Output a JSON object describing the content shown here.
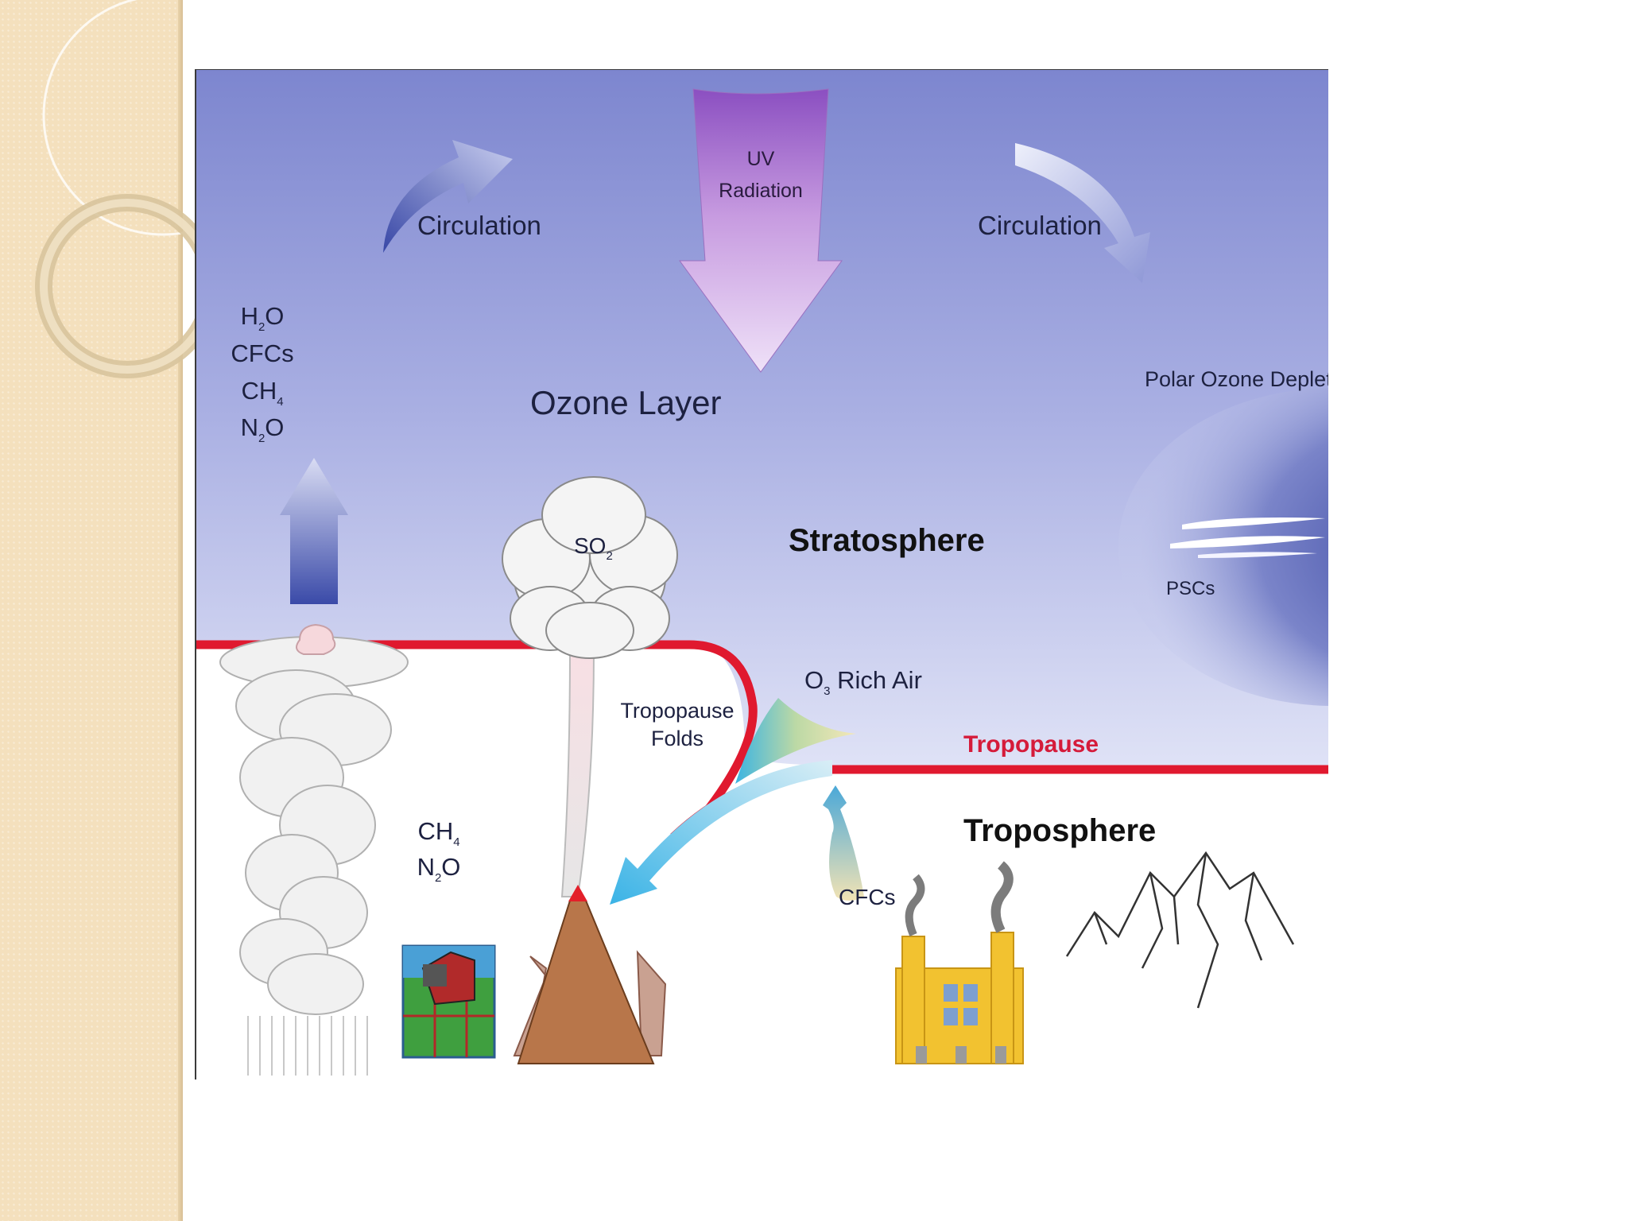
{
  "diagram": {
    "labels": {
      "circulation_left": "Circulation",
      "circulation_right": "Circulation",
      "uv_line1": "UV",
      "uv_line2": "Radiation",
      "ozone_layer": "Ozone Layer",
      "polar_ozone_depletion": "Polar Ozone Depletion",
      "psc": "PSCs",
      "stratosphere": "Stratosphere",
      "troposphere": "Troposphere",
      "tropopause": "Tropopause",
      "tropopause_folds_line1": "Tropopause",
      "tropopause_folds_line2": "Folds",
      "o3_rich_air_prefix": "O",
      "o3_rich_air_sub": "3",
      "o3_rich_air_suffix": " Rich Air",
      "so2_prefix": "SO",
      "so2_sub": "2",
      "cfcs_bottom": "CFCs"
    },
    "upward_species": [
      {
        "base": "H",
        "sub": "2",
        "tail": "O"
      },
      {
        "base": "CFCs",
        "sub": "",
        "tail": ""
      },
      {
        "base": "CH",
        "sub": "4",
        "tail": ""
      },
      {
        "base": "N",
        "sub": "2",
        "tail": "O"
      }
    ],
    "surface_species": [
      {
        "base": "CH",
        "sub": "4",
        "tail": ""
      },
      {
        "base": "N",
        "sub": "2",
        "tail": "O"
      }
    ],
    "colors": {
      "stratosphere_top": "#7d86cf",
      "stratosphere_bottom": "#d9ddf4",
      "tropopause_line": "#e0192f",
      "uv_arrow": "#c79be0",
      "factory": "#f2c230"
    }
  }
}
